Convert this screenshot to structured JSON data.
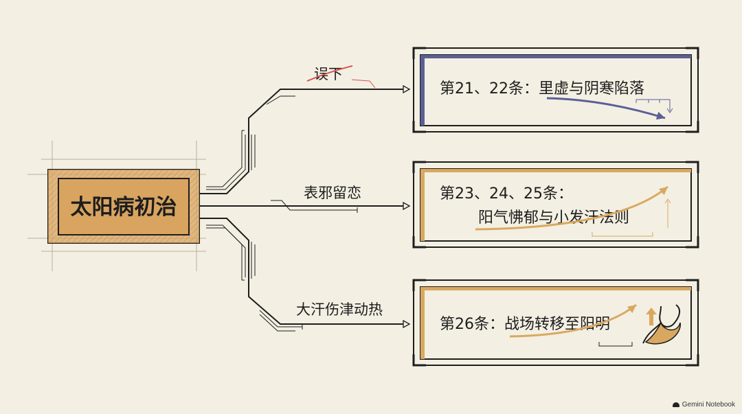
{
  "center": {
    "title": "太阳病初治"
  },
  "branches": [
    {
      "label": "误下",
      "struck": true,
      "box_line1": "第21、22条：里虚与阴寒陷落",
      "box_line2": "",
      "accent": "#5a5f96",
      "trend": "down"
    },
    {
      "label": "表邪留恋",
      "struck": false,
      "box_line1": "第23、24、25条：",
      "box_line2": "阳气怫郁与小发汗法则",
      "accent": "#d9a860",
      "trend": "up"
    },
    {
      "label": "大汗伤津动热",
      "struck": false,
      "box_line1": "第26条：战场转移至阳明",
      "box_line2": "",
      "accent": "#d9a860",
      "trend": "up"
    }
  ],
  "colors": {
    "background": "#f3efe3",
    "center_fill": "#d9a460",
    "ink": "#1d1d1d",
    "strike": "#d9534f"
  },
  "watermark": "Gemini Notebook"
}
